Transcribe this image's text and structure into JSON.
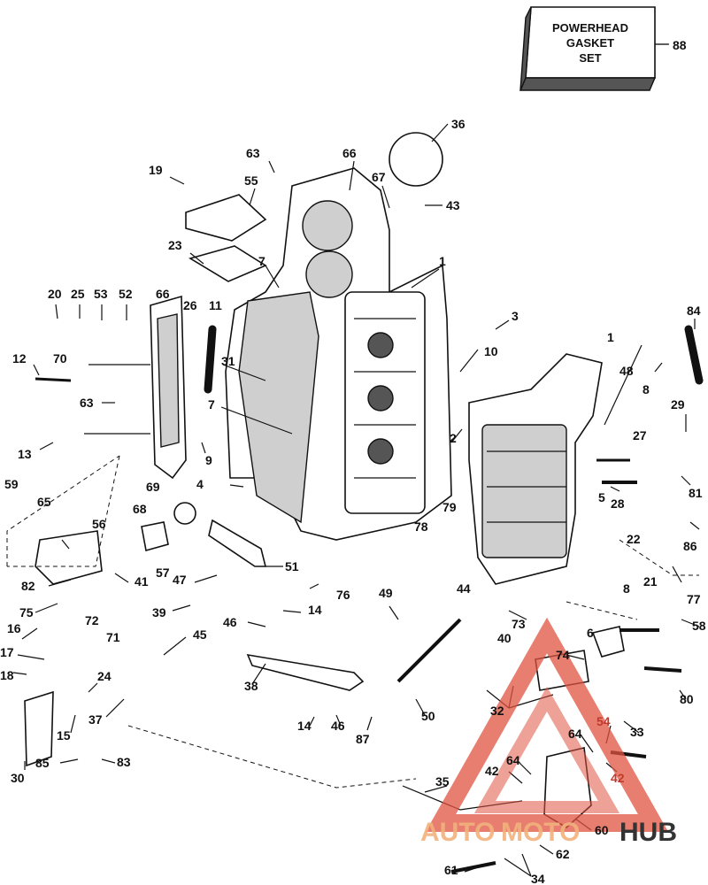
{
  "gasket_box": {
    "line1": "POWERHEAD",
    "line2": "GASKET",
    "line3": "SET",
    "callout": "88"
  },
  "watermark": {
    "part1": "AUTO",
    "part2": "MOTO",
    "part3": "HUB",
    "color_main": "#f3b27d",
    "color_triangle": "#e0533f",
    "color_hub": "#333333"
  },
  "callouts": [
    "36",
    "63",
    "66",
    "67",
    "43",
    "19",
    "55",
    "23",
    "7",
    "1",
    "20",
    "25",
    "53",
    "52",
    "66",
    "26",
    "11",
    "3",
    "84",
    "12",
    "70",
    "31",
    "10",
    "1",
    "48",
    "8",
    "63",
    "7",
    "29",
    "13",
    "9",
    "2",
    "27",
    "59",
    "65",
    "69",
    "4",
    "79",
    "5",
    "81",
    "68",
    "56",
    "28",
    "78",
    "22",
    "86",
    "57",
    "47",
    "51",
    "8",
    "21",
    "77",
    "82",
    "41",
    "76",
    "49",
    "44",
    "73",
    "75",
    "72",
    "39",
    "14",
    "40",
    "58",
    "71",
    "16",
    "46",
    "6",
    "17",
    "45",
    "24",
    "74",
    "18",
    "38",
    "32",
    "80",
    "37",
    "15",
    "50",
    "64",
    "54",
    "14",
    "46",
    "87",
    "33",
    "30",
    "85",
    "83",
    "42",
    "64",
    "42",
    "35",
    "60",
    "62",
    "61",
    "34"
  ]
}
